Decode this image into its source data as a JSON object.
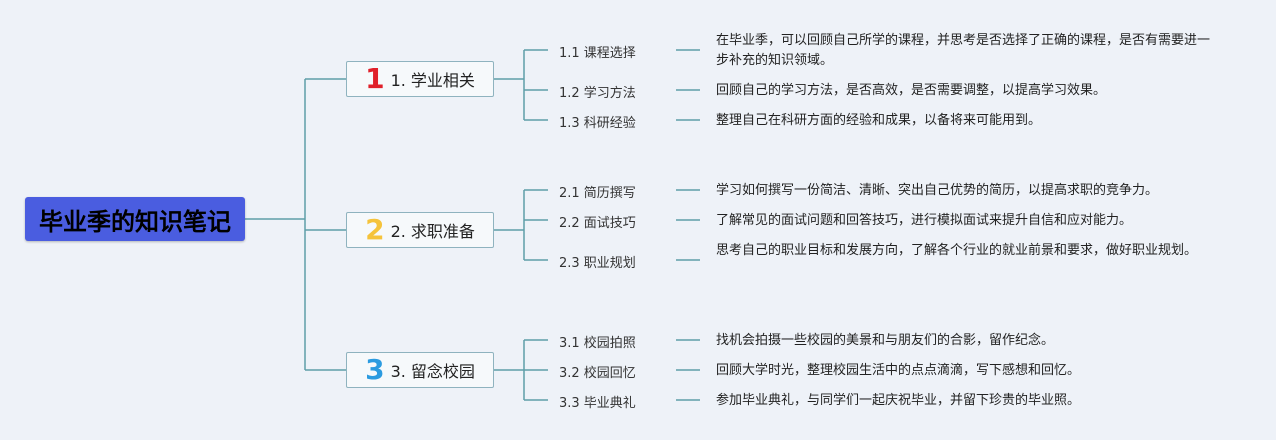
{
  "root": {
    "title": "毕业季的知识笔记"
  },
  "branches": [
    {
      "number": "1",
      "number_color": "#e0202a",
      "label": "1. 学业相关",
      "items": [
        {
          "title": "1.1 课程选择",
          "desc": "在毕业季，可以回顾自己所学的课程，并思考是否选择了正确的课程，是否有需要进一步补充的知识领域。"
        },
        {
          "title": "1.2 学习方法",
          "desc": "回顾自己的学习方法，是否高效，是否需要调整，以提高学习效果。"
        },
        {
          "title": "1.3 科研经验",
          "desc": "整理自己在科研方面的经验和成果，以备将来可能用到。"
        }
      ]
    },
    {
      "number": "2",
      "number_color": "#f5c33b",
      "label": "2. 求职准备",
      "items": [
        {
          "title": "2.1 简历撰写",
          "desc": "学习如何撰写一份简洁、清晰、突出自己优势的简历，以提高求职的竞争力。"
        },
        {
          "title": "2.2 面试技巧",
          "desc": "了解常见的面试问题和回答技巧，进行模拟面试来提升自信和应对能力。"
        },
        {
          "title": "2.3 职业规划",
          "desc": "思考自己的职业目标和发展方向，了解各个行业的就业前景和要求，做好职业规划。"
        }
      ]
    },
    {
      "number": "3",
      "number_color": "#2b9be0",
      "label": "3. 留念校园",
      "items": [
        {
          "title": "3.1 校园拍照",
          "desc": "找机会拍摄一些校园的美景和与朋友们的合影，留作纪念。"
        },
        {
          "title": "3.2 校园回忆",
          "desc": "回顾大学时光，整理校园生活中的点点滴滴，写下感想和回忆。"
        },
        {
          "title": "3.3 毕业典礼",
          "desc": "参加毕业典礼，与同学们一起庆祝毕业，并留下珍贵的毕业照。"
        }
      ]
    }
  ],
  "colors": {
    "line": "#5f9ea8",
    "root_bg": "#4a5de0"
  }
}
